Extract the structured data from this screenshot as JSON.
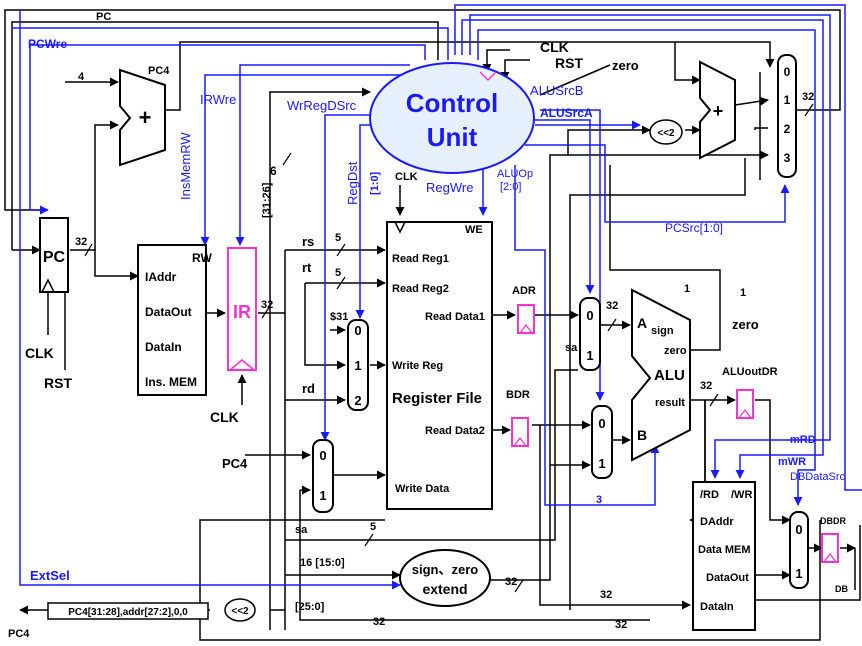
{
  "colors": {
    "black": "#000000",
    "blue": "#1a1aff",
    "magenta": "#ff33cc",
    "control_fill": "#e6f0ff"
  },
  "control_unit": {
    "line1": "Control",
    "line2": "Unit"
  },
  "inputs": {
    "clk": "CLK",
    "rst": "RST",
    "zero": "zero",
    "pc4_left": "PC4",
    "four": "4"
  },
  "signals": {
    "pc": "PC",
    "pcwre": "PCWre",
    "irwre": "IRWre",
    "insmemrw": "InsMemRW",
    "wrregdsrc": "WrRegDSrc",
    "regdst": "RegDst",
    "regdst_bits": "[1:0]",
    "regwre": "RegWre",
    "aluop": "ALUOp",
    "aluop_bits": "[2:0]",
    "alusrcb": "ALUSrcB",
    "alusrca": "ALUSrcA",
    "pcsrc": "PCSrc[1:0]",
    "mrd": "mRD",
    "mwr": "mWR",
    "dbdatasrc": "DBDataSrc",
    "extsel": "ExtSel",
    "pc4": "PC4",
    "pc4_bottom": "PC4"
  },
  "pc_block": {
    "label": "PC"
  },
  "adder_pc4": {
    "sign": "+",
    "out_label": "PC4"
  },
  "adder_branch": {
    "sign": "+"
  },
  "shift_left": {
    "label": "<<2"
  },
  "shift_bottom": {
    "label": "<<2"
  },
  "ins_mem": {
    "rw": "RW",
    "iaddr": "IAddr",
    "dataout": "DataOut",
    "datain": "DataIn",
    "name": "Ins. MEM"
  },
  "ir": {
    "label": "IR"
  },
  "reg_file": {
    "we": "WE",
    "read_reg1": "Read Reg1",
    "read_reg2": "Read Reg2",
    "read_data1": "Read Data1",
    "write_reg": "Write Reg",
    "name": "Register File",
    "read_data2": "Read Data2",
    "write_data": "Write Data"
  },
  "fields": {
    "rs": "rs",
    "rt": "rt",
    "rd": "rd",
    "sa": "sa",
    "op_bits": "[31:26]",
    "imm": "16 [15:0]",
    "addr": "[25:0]",
    "reg31": "$31"
  },
  "mux_pc": {
    "in0": "0",
    "in1": "1",
    "in2": "2",
    "in3": "3"
  },
  "mux_regdst": {
    "in0": "0",
    "in1": "1",
    "in2": "2"
  },
  "mux_wd": {
    "in0": "0",
    "in1": "1"
  },
  "mux_a": {
    "in0": "0",
    "in1": "1"
  },
  "mux_b": {
    "in0": "0",
    "in1": "1"
  },
  "mux_db": {
    "in0": "0",
    "in1": "1"
  },
  "adr": "ADR",
  "bdr": "BDR",
  "aluoutdr": "ALUoutDR",
  "dbdr": "DBDR",
  "db": "DB",
  "alu": {
    "name": "ALU",
    "a": "A",
    "b": "B",
    "sign": "sign",
    "zero": "zero",
    "result": "result",
    "zero_out": "zero"
  },
  "extend": {
    "line1": "sign、zero",
    "line2": "extend"
  },
  "data_mem": {
    "rd": "/RD",
    "wr": "/WR",
    "daddr": "DAddr",
    "name": "Data MEM",
    "dataout": "DataOut",
    "datain": "DataIn"
  },
  "jump_addr": {
    "label": "PC4[31:28],addr[27:2],0,0"
  },
  "widths": {
    "w32_pc": "32",
    "w32_ir": "32",
    "w6": "6",
    "w5_rs": "5",
    "w5_rt": "5",
    "w32_pcmux": "32",
    "w32_alua": "32",
    "w32_aluout": "32",
    "w1_a": "1",
    "w1_b": "1",
    "w5_sa": "5",
    "w32_ext": "32",
    "w32_bottom1": "32",
    "w32_bottom2": "32",
    "w32_bottom3": "32",
    "w3": "3"
  }
}
